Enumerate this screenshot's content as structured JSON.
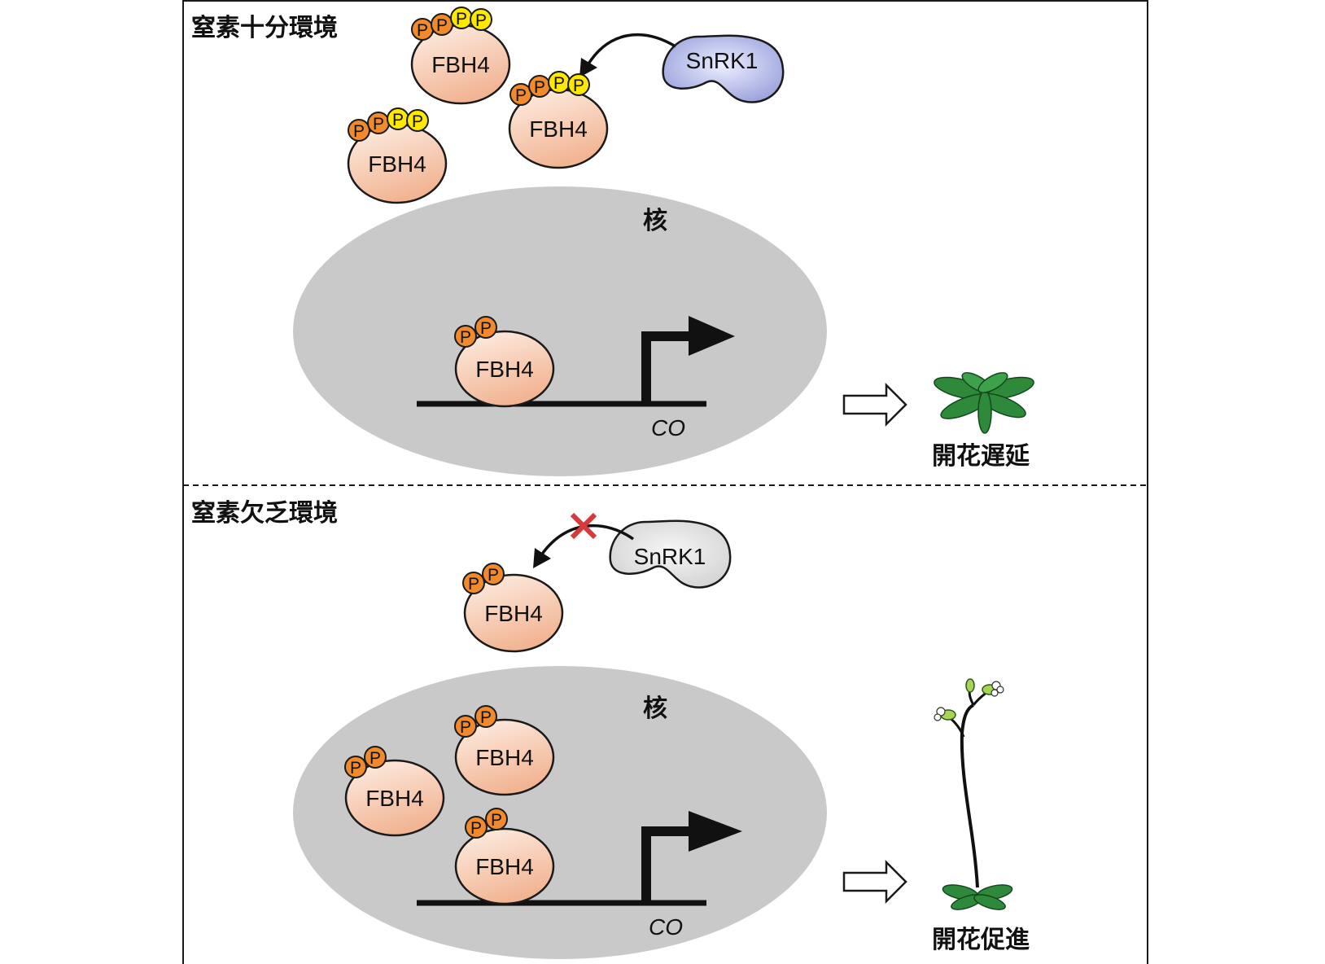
{
  "colors": {
    "frame": "#1a1a1a",
    "nucleus": "#c9c9c9",
    "protein_fill_top": "#fde4d6",
    "protein_fill_bottom": "#f2b89a",
    "phospho_orange": "#f08a2c",
    "phospho_yellow": "#fde800",
    "snrk1_active": "#b3b9e6",
    "snrk1_inactive": "#dedede",
    "block_x": "#d63a3a",
    "leaf_green": "#2e8a3a",
    "bud_green": "#a8d456"
  },
  "panels": {
    "top": {
      "title": "窒素十分環境",
      "kinase": "SnRK1",
      "protein": "FBH4",
      "phospho": "P",
      "nucleus": "核",
      "gene": "CO",
      "outcome": "開花遅延"
    },
    "bottom": {
      "title": "窒素欠乏環境",
      "kinase": "SnRK1",
      "protein": "FBH4",
      "phospho": "P",
      "nucleus": "核",
      "gene": "CO",
      "outcome": "開花促進"
    }
  }
}
